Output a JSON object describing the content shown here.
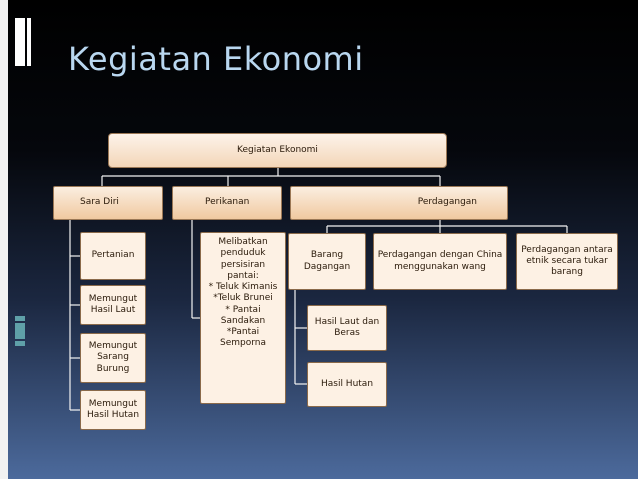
{
  "slide": {
    "title": "Kegiatan Ekonomi"
  },
  "chart_root": "Kegiatan Ekonomi",
  "branches": {
    "sara_diri": {
      "label": "Sara Diri",
      "items": [
        "Pertanian",
        "Memungut Hasil Laut",
        "Memungut Sarang Burung",
        "Memungut Hasil Hutan"
      ]
    },
    "perikanan": {
      "label": "Perikanan",
      "detail": "Melibatkan penduduk persisiran pantai:\n* Teluk Kimanis\n*Teluk Brunei\n* Pantai Sandakan\n*Pantai Semporna"
    },
    "perdagangan": {
      "label": "Perdagangan",
      "barang": {
        "label": "Barang Dagangan",
        "items": [
          "Hasil Laut dan Beras",
          "Hasil Hutan"
        ]
      },
      "china": "Perdagangan dengan China menggunakan wang",
      "antara_etnik": "Perdagangan antara etnik secara tukar barang"
    }
  },
  "colors": {
    "title": "#b9d7f0",
    "box_fill": "#f0c9a0",
    "box_border": "#9a7755",
    "left_bar": "#f2f2f2"
  }
}
